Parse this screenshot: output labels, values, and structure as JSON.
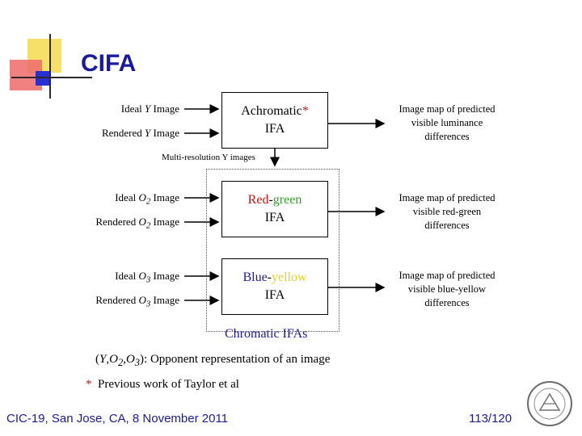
{
  "title": "CIFA",
  "rows": [
    {
      "input1": "Ideal Y Image",
      "input2": "Rendered Y Image",
      "box_part1": "Achromatic",
      "box_star": "*",
      "box_part2": "IFA",
      "output": [
        "Image map of predicted",
        "visible luminance",
        "differences"
      ]
    },
    {
      "input1": "Ideal O2 Image",
      "input2": "Rendered O2 Image",
      "box_part1a": "Red",
      "box_dash": "-",
      "box_part1b": "green",
      "box_part2": "IFA",
      "output": [
        "Image map of predicted",
        "visible red-green",
        "differences"
      ]
    },
    {
      "input1": "Ideal O3 Image",
      "input2": "Rendered O3 Image",
      "box_part1a": "Blue",
      "box_dash": "-",
      "box_part1b": "yellow",
      "box_part2": "IFA",
      "output": [
        "Image map of predicted",
        "visible blue-yellow",
        "differences"
      ]
    }
  ],
  "multires_label": "Multi-resolution Y images",
  "chromatic_label": "Chromatic IFAs",
  "opponent_note": "(Y,O2,O3): Opponent representation of an image",
  "previous_work": "*  Previous work of Taylor et al",
  "footer": "CIC-19, San Jose, CA, 8 November 2011",
  "page_number": "113/120",
  "colors": {
    "title_blue": "#1a1aa0",
    "red": "#d01010",
    "green": "#30a020",
    "yellow": "#e8d020"
  }
}
